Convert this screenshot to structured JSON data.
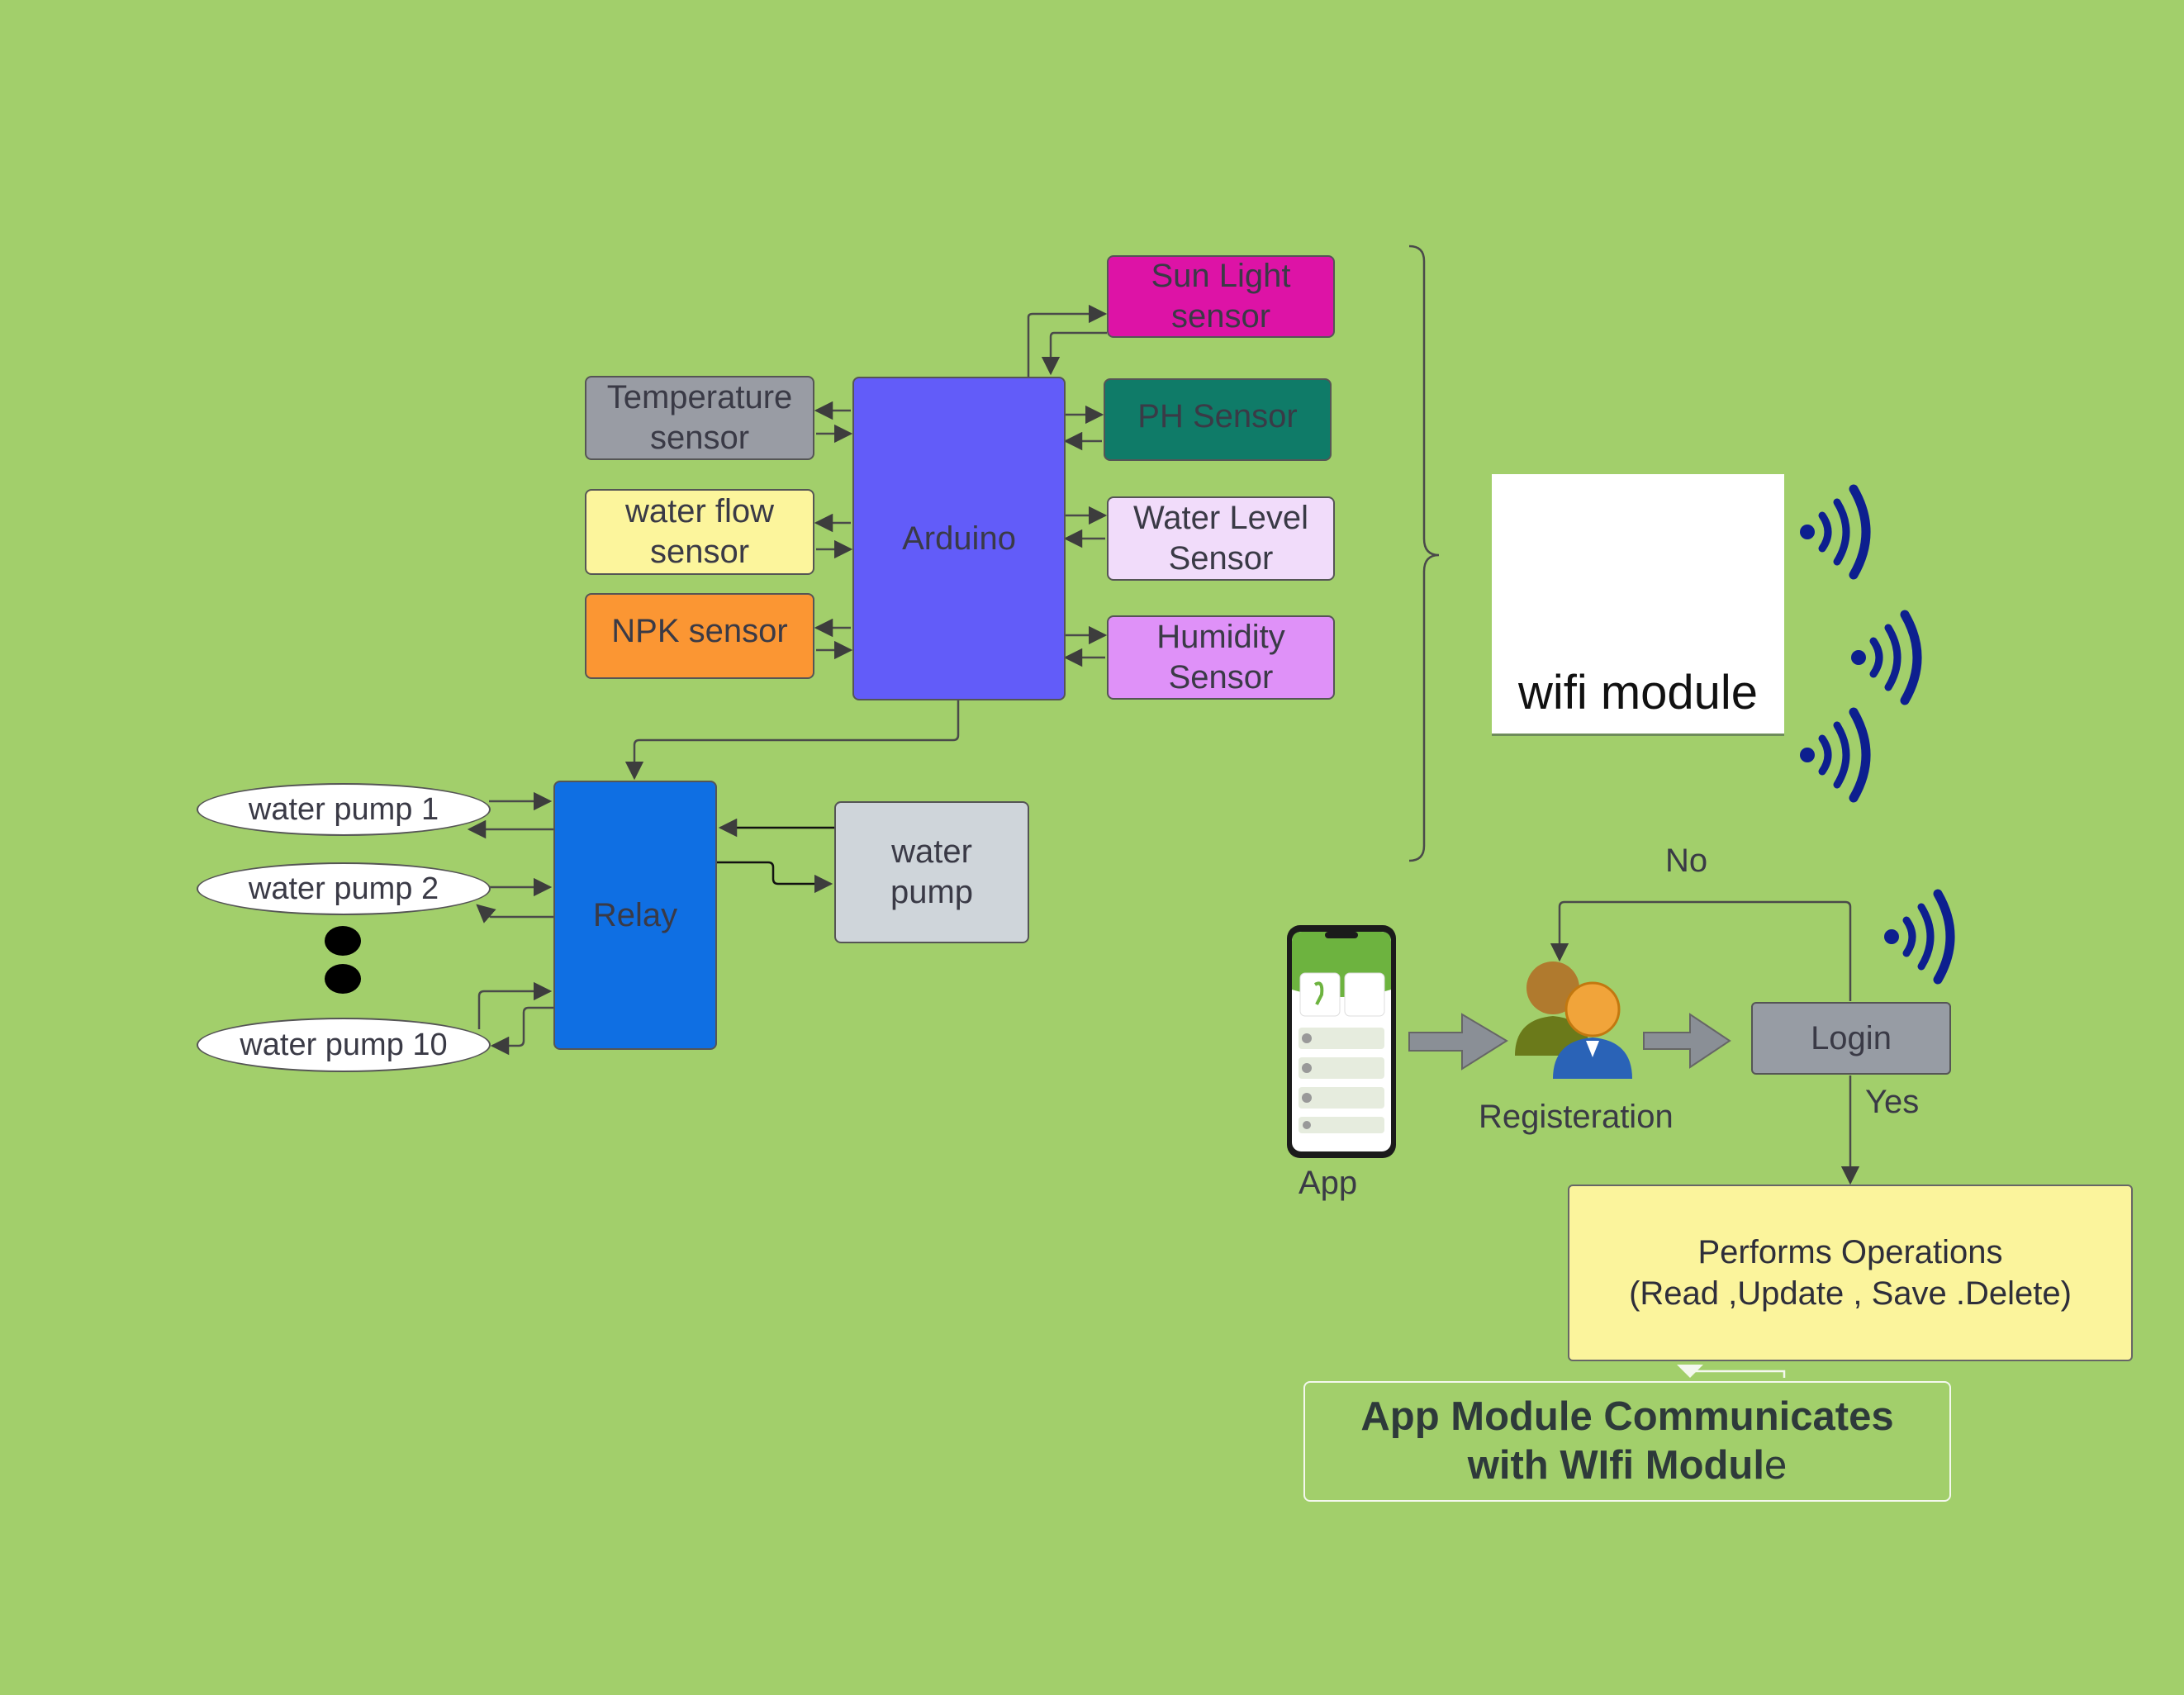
{
  "colors": {
    "background": "#a2cf6b",
    "arduino": "#625cf9",
    "relay": "#0f6fe3",
    "temperature": "#999ca4",
    "water_flow": "#fcf59c",
    "npk": "#fb9633",
    "sunlight": "#dd13a6",
    "ph": "#0f7b68",
    "water_level": "#f1dcfa",
    "humidity": "#df91f8",
    "water_pump": "#cfd5da",
    "login": "#979ca4",
    "wifi_waves": "#0d1f8f"
  },
  "hardware": {
    "arduino": "Arduino",
    "relay": "Relay",
    "water_pump": "water\npump",
    "sensors": {
      "temperature": "Temperature\nsensor",
      "water_flow": "water flow\nsensor",
      "npk": "NPK sensor",
      "sunlight": "Sun Light\nsensor",
      "ph": "PH Sensor",
      "water_level": "Water Level\nSensor",
      "humidity": "Humidity\nSensor"
    },
    "pumps": [
      "water pump 1",
      "water pump 2",
      "water pump 10"
    ]
  },
  "wifi": {
    "caption": "wifi module",
    "icon": "wifi-chip-icon"
  },
  "app_flow": {
    "app_label": "App",
    "registration_label": "Registeration",
    "login_label": "Login",
    "no_label": "No",
    "yes_label": "Yes",
    "operations_line1": "Performs Operations",
    "operations_line2": "(Read ,Update , Save .Delete)",
    "communication_line1": "App Module Communicates",
    "communication_line2a": "with WIfi Modul",
    "communication_line2b": "e"
  }
}
